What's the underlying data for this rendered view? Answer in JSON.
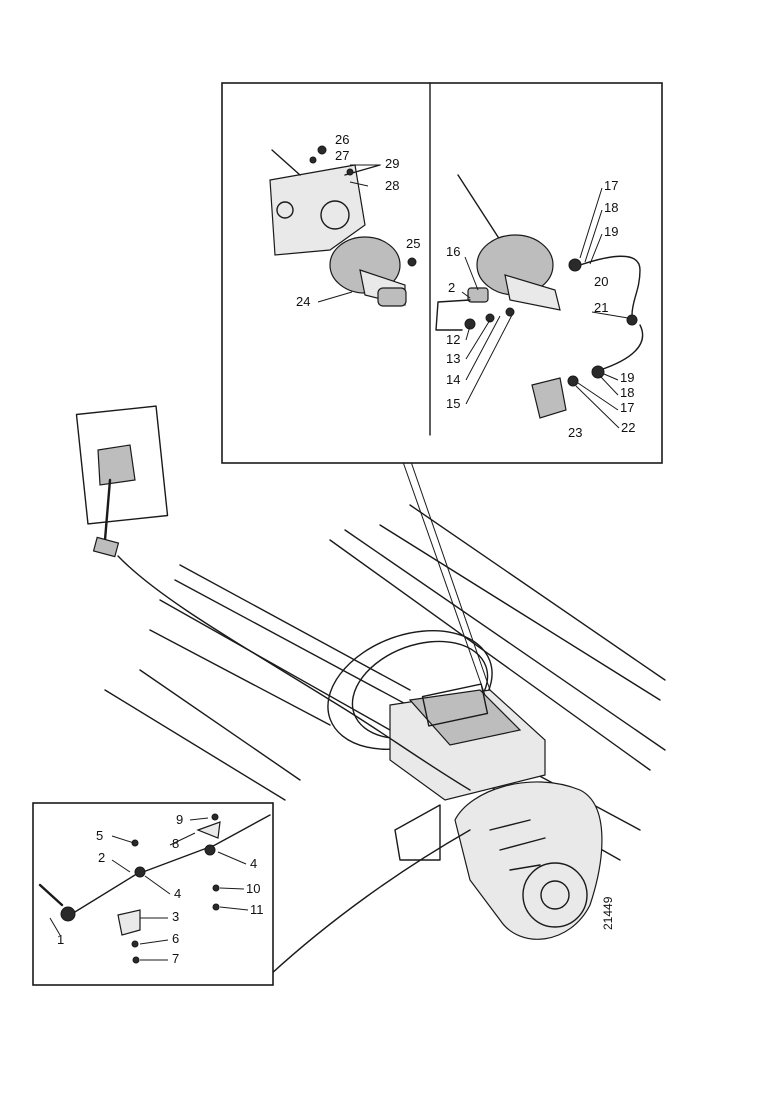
{
  "figure_code": "21449",
  "callouts": {
    "c1": "1",
    "c2": "2",
    "c3": "3",
    "c4": "4",
    "c5": "5",
    "c6": "6",
    "c7": "7",
    "c8": "8",
    "c9": "9",
    "c10": "10",
    "c11": "11",
    "c12": "12",
    "c13": "13",
    "c14": "14",
    "c15": "15",
    "c16": "16",
    "c17": "17",
    "c18": "18",
    "c19": "19",
    "c20": "20",
    "c21": "21",
    "c22": "22",
    "c23": "23",
    "c24": "24",
    "c25": "25",
    "c26": "26",
    "c27": "27",
    "c28": "28",
    "c29": "29"
  }
}
